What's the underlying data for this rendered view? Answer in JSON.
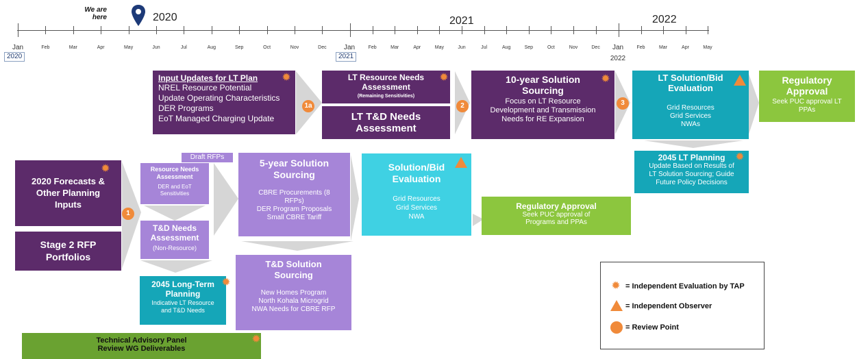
{
  "timeline": {
    "we_are_here": "We are here",
    "year_2020": "2020",
    "year_2021": "2021",
    "year_2022": "2022",
    "months_2020": [
      "Feb",
      "Mar",
      "Apr",
      "May",
      "Jun",
      "Jul",
      "Aug",
      "Sep",
      "Oct",
      "Nov",
      "Dec"
    ],
    "months_2021": [
      "Feb",
      "Mar",
      "Apr",
      "May",
      "Jun",
      "Jul",
      "Aug",
      "Sep",
      "Oct",
      "Nov",
      "Dec"
    ],
    "months_2022": [
      "Feb",
      "Mar",
      "Apr",
      "May"
    ],
    "jan_label": "Jan",
    "box_2020": "2020",
    "box_2021": "2021",
    "label_2022": "2022"
  },
  "boxes": {
    "input_updates": {
      "title": "Input Updates for LT Plan",
      "lines": [
        "NREL Resource Potential",
        "Update Operating Characteristics",
        "DER Programs",
        "EoT Managed Charging Update"
      ]
    },
    "lt_resource_needs": {
      "title": "LT Resource Needs Assessment",
      "sub": "(Remaining Sensitivities)"
    },
    "lt_td_needs": {
      "title": "LT T&D Needs Assessment"
    },
    "ten_year": {
      "title": "10-year Solution Sourcing",
      "lines": [
        "Focus on LT Resource",
        "Development and Transmission",
        "Needs for RE Expansion"
      ]
    },
    "lt_solution_bid": {
      "title": "LT Solution/Bid Evaluation",
      "lines": [
        "Grid Resources",
        "Grid Services",
        "NWAs"
      ]
    },
    "regulatory_top": {
      "title": "Regulatory Approval",
      "lines": [
        "Seek PUC approval LT",
        "PPAs"
      ]
    },
    "lt_planning_2045": {
      "title": "2045 LT Planning",
      "lines": [
        "Update Based on Results of",
        "LT Solution Sourcing; Guide",
        "Future Policy Decisions"
      ]
    },
    "forecasts": {
      "title": "2020 Forecasts & Other Planning Inputs"
    },
    "stage2": {
      "title": "Stage 2 RFP Portfolios"
    },
    "resource_needs": {
      "title": "Resource Needs Assessment",
      "sub": "DER and EoT Sensitivities"
    },
    "td_needs": {
      "title": "T&D Needs Assessment",
      "sub": "(Non-Resource)"
    },
    "draft_rfps": {
      "title": "Draft RFPs"
    },
    "five_year": {
      "title": "5-year Solution Sourcing",
      "lines": [
        "CBRE Procurements (8",
        "RFPs)",
        "DER Program Proposals",
        "Small CBRE Tariff"
      ]
    },
    "solution_bid": {
      "title": "Solution/Bid Evaluation",
      "lines": [
        "Grid Resources",
        "Grid Services",
        "NWA"
      ]
    },
    "regulatory_mid": {
      "title": "Regulatory Approval",
      "lines": [
        "Seek PUC approval of",
        "Programs and PPAs"
      ]
    },
    "td_solution": {
      "title": "T&D Solution Sourcing",
      "lines": [
        "New Homes Program",
        "North Kohala Microgrid",
        "NWA Needs for CBRE RFP"
      ]
    },
    "long_term_2045": {
      "title": "2045 Long-Term Planning",
      "lines": [
        "Indicative LT Resource",
        "and T&D Needs"
      ]
    },
    "tap": {
      "title": "Technical Advisory Panel",
      "sub": "Review WG Deliverables"
    }
  },
  "review_points": {
    "p1": "1",
    "p1a": "1a",
    "p2": "2",
    "p3": "3"
  },
  "legend": {
    "tap": "= Independent Evaluation by TAP",
    "observer": "= Independent Observer",
    "review": "= Review Point"
  },
  "colors": {
    "dark_purple": "#5c2b6a",
    "lavender": "#a685d8",
    "cyan": "#3fd1e3",
    "teal": "#15a6b8",
    "green": "#8cc63e",
    "orange": "#f08a3a"
  },
  "icons": {
    "marker": "map-pin-icon",
    "gear": "gear-icon",
    "triangle": "triangle-icon",
    "circle": "circle-icon"
  }
}
